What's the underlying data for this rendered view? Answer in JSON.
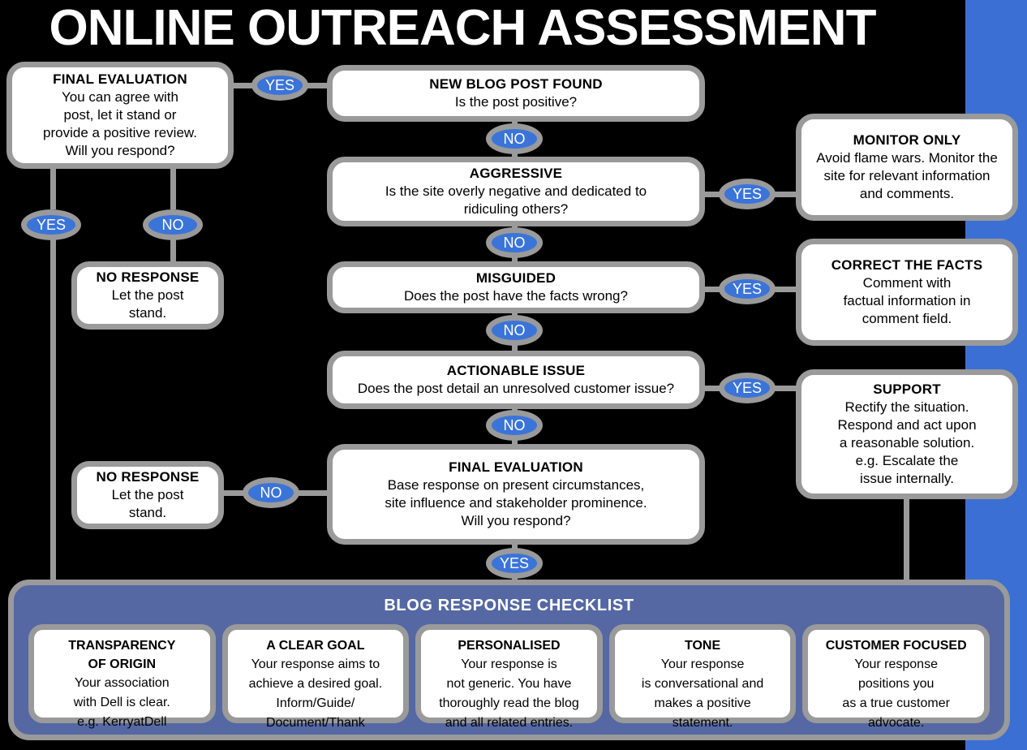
{
  "page": {
    "title": "ONLINE OUTREACH ASSESSMENT",
    "background_color": "#000000",
    "rail_color": "#3b6fd4",
    "node_border_color": "#9a9a9a",
    "pill_color": "#3b74d9",
    "checklist_color": "#5568a4"
  },
  "nodes": {
    "final_evaluation_left": {
      "title": "FINAL  EVALUATION",
      "line1": "You can agree with",
      "line2": "post, let it stand or",
      "line3": "provide a positive review.",
      "line4": "Will you respond?"
    },
    "new_blog_post": {
      "title": "NEW BLOG POST FOUND",
      "line1": "Is the post positive?"
    },
    "aggressive": {
      "title": "AGGRESSIVE",
      "line1": "Is the site overly negative and dedicated to",
      "line2": "ridiculing others?"
    },
    "misguided": {
      "title": "MISGUIDED",
      "line1": "Does the post have the facts wrong?"
    },
    "actionable_issue": {
      "title": "ACTIONABLE ISSUE",
      "line1": "Does the post detail an unresolved customer issue?"
    },
    "final_evaluation_bottom": {
      "title": "FINAL EVALUATION",
      "line1": "Base response on present circumstances,",
      "line2": "site influence and stakeholder prominence.",
      "line3": "Will you respond?"
    },
    "monitor_only": {
      "title": "MONITOR ONLY",
      "line1": "Avoid flame wars. Monitor the",
      "line2": "site for relevant information",
      "line3": "and comments."
    },
    "correct_the_facts": {
      "title": "CORRECT THE FACTS",
      "line1": "Comment with",
      "line2": "factual information in",
      "line3": "comment field."
    },
    "support": {
      "title": "SUPPORT",
      "line1": "Rectify the situation.",
      "line2": "Respond and act upon",
      "line3": "a reasonable solution.",
      "line4": "e.g. Escalate the",
      "line5": "issue internally."
    },
    "no_response_top": {
      "title": "NO RESPONSE",
      "line1": "Let the post",
      "line2": "stand."
    },
    "no_response_bottom": {
      "title": "NO RESPONSE",
      "line1": "Let the post",
      "line2": "stand."
    }
  },
  "pills": {
    "yes_final_to_blog": "YES",
    "no_blog_to_aggressive": "NO",
    "yes_aggressive_to_monitor": "YES",
    "no_aggressive_to_misguided": "NO",
    "yes_misguided_to_correct": "YES",
    "no_misguided_to_actionable": "NO",
    "yes_actionable_to_support": "YES",
    "no_actionable_to_final": "NO",
    "yes_final_left": "YES",
    "no_final_left": "NO",
    "no_final_bottom_to_noresponse": "NO",
    "yes_final_bottom_to_checklist": "YES"
  },
  "checklist": {
    "title": "BLOG RESPONSE CHECKLIST",
    "cards": [
      {
        "title_line1": "TRANSPARENCY",
        "title_line2": "OF ORIGIN",
        "body": [
          "Your association",
          "with Dell is clear.",
          "e.g. KerryatDell"
        ]
      },
      {
        "title_line1": "A CLEAR GOAL",
        "title_line2": "",
        "body": [
          "Your response aims to",
          "achieve a desired goal.",
          "Inform/Guide/",
          "Document/Thank"
        ]
      },
      {
        "title_line1": "PERSONALISED",
        "title_line2": "",
        "body": [
          "Your response is",
          "not generic. You have",
          "thoroughly read the blog",
          "and all related entries."
        ]
      },
      {
        "title_line1": "TONE",
        "title_line2": "",
        "body": [
          "Your response",
          "is conversational and",
          "makes a positive",
          "statement."
        ]
      },
      {
        "title_line1": "CUSTOMER FOCUSED",
        "title_line2": "",
        "body": [
          "Your response",
          "positions you",
          "as a true customer",
          "advocate."
        ]
      }
    ]
  }
}
